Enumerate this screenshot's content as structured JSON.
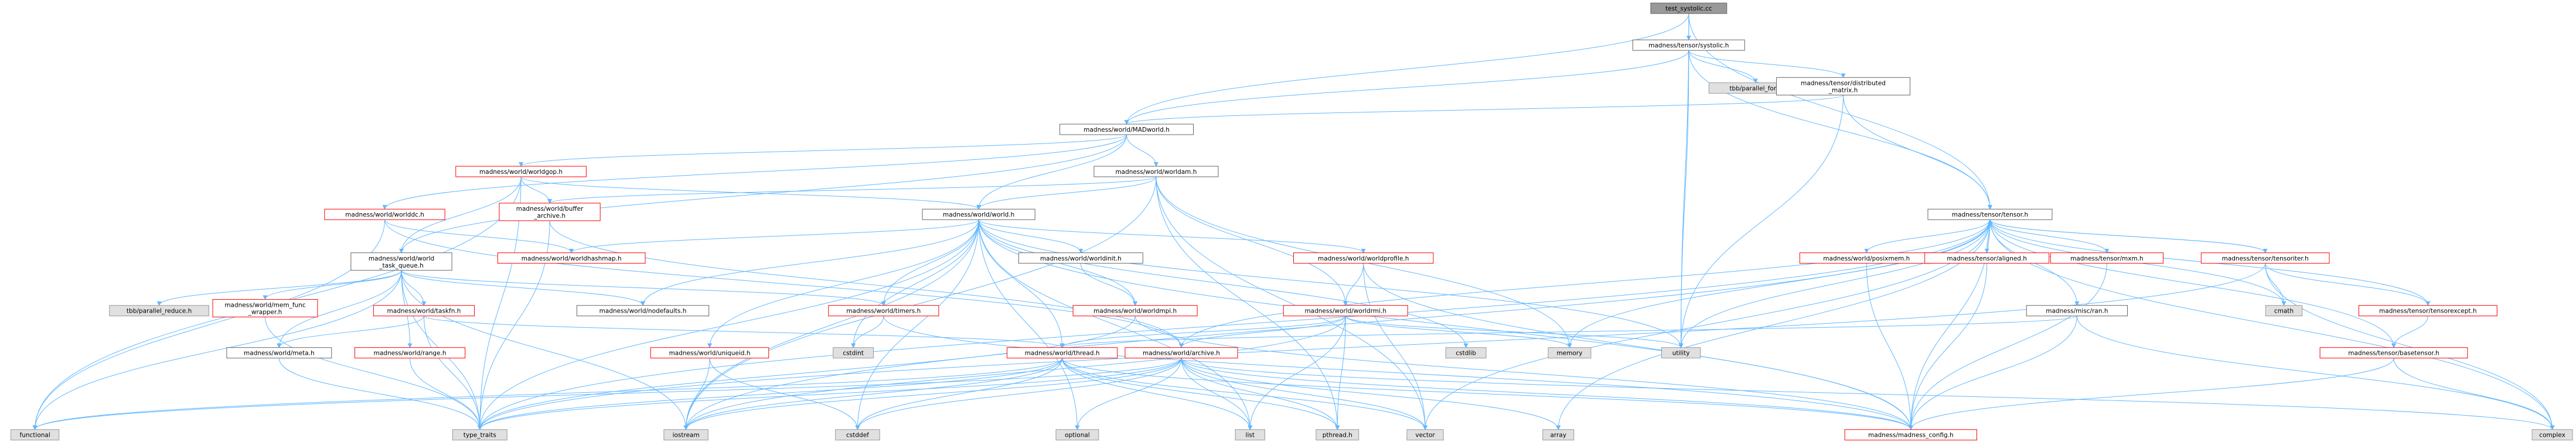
{
  "graph": {
    "colors": {
      "root_fill": "#999999",
      "header_border": "#ff0000",
      "local_border": "#666666",
      "system_fill": "#e0e0e0",
      "system_border": "#999999",
      "edge": "#63b8ff",
      "text": "#000000"
    },
    "nodes": [
      {
        "id": "test_systolic",
        "kind": "root",
        "label": [
          "test_systolic.cc"
        ]
      },
      {
        "id": "systolic",
        "kind": "local",
        "label": [
          "madness/tensor/systolic.h"
        ]
      },
      {
        "id": "parallel_for",
        "kind": "system",
        "label": [
          "tbb/parallel_for.h"
        ]
      },
      {
        "id": "distmatrix",
        "kind": "local",
        "label": [
          "madness/tensor/distributed",
          "_matrix.h"
        ]
      },
      {
        "id": "madworld",
        "kind": "local",
        "label": [
          "madness/world/MADworld.h"
        ]
      },
      {
        "id": "worldgop",
        "kind": "header",
        "label": [
          "madness/world/worldgop.h"
        ]
      },
      {
        "id": "worldam",
        "kind": "local",
        "label": [
          "madness/world/worldam.h"
        ]
      },
      {
        "id": "worlddc",
        "kind": "header",
        "label": [
          "madness/world/worlddc.h"
        ]
      },
      {
        "id": "bufferarchive",
        "kind": "header",
        "label": [
          "madness/world/buffer",
          "_archive.h"
        ]
      },
      {
        "id": "world",
        "kind": "local",
        "label": [
          "madness/world/world.h"
        ]
      },
      {
        "id": "tensor",
        "kind": "local",
        "label": [
          "madness/tensor/tensor.h"
        ]
      },
      {
        "id": "taskqueue",
        "kind": "local",
        "label": [
          "madness/world/world",
          "_task_queue.h"
        ]
      },
      {
        "id": "worldhashmap",
        "kind": "header",
        "label": [
          "madness/world/worldhashmap.h"
        ]
      },
      {
        "id": "worldinit",
        "kind": "local",
        "label": [
          "madness/world/worldinit.h"
        ]
      },
      {
        "id": "worldprofile",
        "kind": "header",
        "label": [
          "madness/world/worldprofile.h"
        ]
      },
      {
        "id": "posixmem",
        "kind": "header",
        "label": [
          "madness/world/posixmem.h"
        ]
      },
      {
        "id": "aligned",
        "kind": "header",
        "label": [
          "madness/tensor/aligned.h"
        ]
      },
      {
        "id": "mxm",
        "kind": "header",
        "label": [
          "madness/tensor/mxm.h"
        ]
      },
      {
        "id": "tensoriter",
        "kind": "header",
        "label": [
          "madness/tensor/tensoriter.h"
        ]
      },
      {
        "id": "parallel_reduce",
        "kind": "system",
        "label": [
          "tbb/parallel_reduce.h"
        ]
      },
      {
        "id": "memfunc",
        "kind": "header",
        "label": [
          "madness/world/mem_func",
          "_wrapper.h"
        ]
      },
      {
        "id": "taskfn",
        "kind": "header",
        "label": [
          "madness/world/taskfn.h"
        ]
      },
      {
        "id": "nodefaults",
        "kind": "local",
        "label": [
          "madness/world/nodefaults.h"
        ]
      },
      {
        "id": "timers",
        "kind": "header",
        "label": [
          "madness/world/timers.h"
        ]
      },
      {
        "id": "worldmpi",
        "kind": "header",
        "label": [
          "madness/world/worldmpi.h"
        ]
      },
      {
        "id": "worldrmi",
        "kind": "header",
        "label": [
          "madness/world/worldrmi.h"
        ]
      },
      {
        "id": "ran",
        "kind": "local",
        "label": [
          "madness/misc/ran.h"
        ]
      },
      {
        "id": "cmath",
        "kind": "system",
        "label": [
          "cmath"
        ]
      },
      {
        "id": "tensorexcept",
        "kind": "header",
        "label": [
          "madness/tensor/tensorexcept.h"
        ]
      },
      {
        "id": "meta",
        "kind": "local",
        "label": [
          "madness/world/meta.h"
        ]
      },
      {
        "id": "range",
        "kind": "header",
        "label": [
          "madness/world/range.h"
        ]
      },
      {
        "id": "cstdint",
        "kind": "system",
        "label": [
          "cstdint"
        ]
      },
      {
        "id": "uniqueid",
        "kind": "header",
        "label": [
          "madness/world/uniqueid.h"
        ]
      },
      {
        "id": "thread",
        "kind": "header",
        "label": [
          "madness/world/thread.h"
        ]
      },
      {
        "id": "archive",
        "kind": "header",
        "label": [
          "madness/world/archive.h"
        ]
      },
      {
        "id": "cstdlib",
        "kind": "system",
        "label": [
          "cstdlib"
        ]
      },
      {
        "id": "memory",
        "kind": "system",
        "label": [
          "memory"
        ]
      },
      {
        "id": "utility",
        "kind": "system",
        "label": [
          "utility"
        ]
      },
      {
        "id": "basetensor",
        "kind": "header",
        "label": [
          "madness/tensor/basetensor.h"
        ]
      },
      {
        "id": "functional",
        "kind": "system",
        "label": [
          "functional"
        ]
      },
      {
        "id": "type_traits",
        "kind": "system",
        "label": [
          "type_traits"
        ]
      },
      {
        "id": "iostream",
        "kind": "system",
        "label": [
          "iostream"
        ]
      },
      {
        "id": "cstddef",
        "kind": "system",
        "label": [
          "cstddef"
        ]
      },
      {
        "id": "optional",
        "kind": "system",
        "label": [
          "optional"
        ]
      },
      {
        "id": "list",
        "kind": "system",
        "label": [
          "list"
        ]
      },
      {
        "id": "pthread",
        "kind": "system",
        "label": [
          "pthread.h"
        ]
      },
      {
        "id": "vector",
        "kind": "system",
        "label": [
          "vector"
        ]
      },
      {
        "id": "array",
        "kind": "system",
        "label": [
          "array"
        ]
      },
      {
        "id": "madconfig",
        "kind": "header",
        "label": [
          "madness/madness_config.h"
        ]
      },
      {
        "id": "complex",
        "kind": "system",
        "label": [
          "complex"
        ]
      }
    ],
    "edges": [
      [
        "test_systolic",
        "systolic"
      ],
      [
        "test_systolic",
        "madworld"
      ],
      [
        "test_systolic",
        "utility"
      ],
      [
        "test_systolic",
        "tensor"
      ],
      [
        "systolic",
        "madworld"
      ],
      [
        "systolic",
        "parallel_for"
      ],
      [
        "systolic",
        "distmatrix"
      ],
      [
        "systolic",
        "utility"
      ],
      [
        "systolic",
        "tensor"
      ],
      [
        "distmatrix",
        "madworld"
      ],
      [
        "distmatrix",
        "utility"
      ],
      [
        "distmatrix",
        "tensor"
      ],
      [
        "madworld",
        "worldgop"
      ],
      [
        "madworld",
        "worldam"
      ],
      [
        "madworld",
        "worlddc"
      ],
      [
        "madworld",
        "world"
      ],
      [
        "madworld",
        "taskqueue"
      ],
      [
        "worldgop",
        "bufferarchive"
      ],
      [
        "worldgop",
        "world"
      ],
      [
        "worldgop",
        "taskqueue"
      ],
      [
        "worldgop",
        "functional"
      ],
      [
        "worldgop",
        "type_traits"
      ],
      [
        "worldam",
        "bufferarchive"
      ],
      [
        "worldam",
        "world"
      ],
      [
        "worldam",
        "worldrmi"
      ],
      [
        "worldam",
        "memory"
      ],
      [
        "worldam",
        "vector"
      ],
      [
        "worldam",
        "iostream"
      ],
      [
        "worldam",
        "pthread"
      ],
      [
        "worlddc",
        "worldhashmap"
      ],
      [
        "worlddc",
        "functional"
      ],
      [
        "worlddc",
        "archive"
      ],
      [
        "bufferarchive",
        "type_traits"
      ],
      [
        "bufferarchive",
        "archive"
      ],
      [
        "world",
        "worldhashmap"
      ],
      [
        "world",
        "worldinit"
      ],
      [
        "world",
        "worldprofile"
      ],
      [
        "world",
        "nodefaults"
      ],
      [
        "world",
        "timers"
      ],
      [
        "world",
        "worldmpi"
      ],
      [
        "world",
        "uniqueid"
      ],
      [
        "world",
        "thread"
      ],
      [
        "world",
        "cstdint"
      ],
      [
        "world",
        "cstddef"
      ],
      [
        "world",
        "cstdlib"
      ],
      [
        "world",
        "list"
      ],
      [
        "world",
        "utility"
      ],
      [
        "world",
        "iostream"
      ],
      [
        "world",
        "optional"
      ],
      [
        "world",
        "type_traits"
      ],
      [
        "world",
        "madconfig"
      ],
      [
        "tensor",
        "posixmem"
      ],
      [
        "tensor",
        "aligned"
      ],
      [
        "tensor",
        "mxm"
      ],
      [
        "tensor",
        "tensoriter"
      ],
      [
        "tensor",
        "ran"
      ],
      [
        "tensor",
        "cmath"
      ],
      [
        "tensor",
        "tensorexcept"
      ],
      [
        "tensor",
        "basetensor"
      ],
      [
        "tensor",
        "madconfig"
      ],
      [
        "tensor",
        "complex"
      ],
      [
        "tensor",
        "memory"
      ],
      [
        "tensor",
        "utility"
      ],
      [
        "tensor",
        "vector"
      ],
      [
        "tensor",
        "array"
      ],
      [
        "tensor",
        "archive"
      ],
      [
        "tensor",
        "type_traits"
      ],
      [
        "tensor",
        "iostream"
      ],
      [
        "taskqueue",
        "parallel_reduce"
      ],
      [
        "taskqueue",
        "memfunc"
      ],
      [
        "taskqueue",
        "taskfn"
      ],
      [
        "taskqueue",
        "nodefaults"
      ],
      [
        "taskqueue",
        "meta"
      ],
      [
        "taskqueue",
        "range"
      ],
      [
        "taskqueue",
        "timers"
      ],
      [
        "taskqueue",
        "type_traits"
      ],
      [
        "taskqueue",
        "iostream"
      ],
      [
        "taskqueue",
        "functional"
      ],
      [
        "worldinit",
        "worldmpi"
      ],
      [
        "worldprofile",
        "worldrmi"
      ],
      [
        "worldprofile",
        "vector"
      ],
      [
        "worldprofile",
        "madconfig"
      ],
      [
        "posixmem",
        "madconfig"
      ],
      [
        "aligned",
        "madconfig"
      ],
      [
        "aligned",
        "tensor"
      ],
      [
        "mxm",
        "madconfig"
      ],
      [
        "tensoriter",
        "tensorexcept"
      ],
      [
        "tensoriter",
        "cmath"
      ],
      [
        "tensoriter",
        "complex"
      ],
      [
        "tensoriter",
        "tensor"
      ],
      [
        "tensoriter",
        "type_traits"
      ],
      [
        "memfunc",
        "type_traits"
      ],
      [
        "taskfn",
        "meta"
      ],
      [
        "taskfn",
        "type_traits"
      ],
      [
        "taskfn",
        "thread"
      ],
      [
        "timers",
        "cstdint"
      ],
      [
        "timers",
        "madconfig"
      ],
      [
        "worldmpi",
        "type_traits"
      ],
      [
        "worldmpi",
        "madconfig"
      ],
      [
        "worldrmi",
        "thread"
      ],
      [
        "worldrmi",
        "archive"
      ],
      [
        "worldrmi",
        "list"
      ],
      [
        "worldrmi",
        "memory"
      ],
      [
        "worldrmi",
        "utility"
      ],
      [
        "worldrmi",
        "pthread"
      ],
      [
        "worldrmi",
        "iostream"
      ],
      [
        "ran",
        "complex"
      ],
      [
        "ran",
        "madconfig"
      ],
      [
        "ran",
        "thread"
      ],
      [
        "tensorexcept",
        "basetensor"
      ],
      [
        "meta",
        "type_traits"
      ],
      [
        "range",
        "type_traits"
      ],
      [
        "uniqueid",
        "cstddef"
      ],
      [
        "uniqueid",
        "iostream"
      ],
      [
        "thread",
        "cstddef"
      ],
      [
        "thread",
        "functional"
      ],
      [
        "thread",
        "pthread"
      ],
      [
        "thread",
        "type_traits"
      ],
      [
        "thread",
        "list"
      ],
      [
        "thread",
        "iostream"
      ],
      [
        "thread",
        "vector"
      ],
      [
        "thread",
        "madconfig"
      ],
      [
        "archive",
        "type_traits"
      ],
      [
        "archive",
        "cstddef"
      ],
      [
        "archive",
        "optional"
      ],
      [
        "archive",
        "list"
      ],
      [
        "archive",
        "vector"
      ],
      [
        "archive",
        "array"
      ],
      [
        "archive",
        "complex"
      ],
      [
        "archive",
        "iostream"
      ],
      [
        "archive",
        "pthread"
      ],
      [
        "archive",
        "madconfig"
      ],
      [
        "archive",
        "functional"
      ],
      [
        "basetensor",
        "complex"
      ],
      [
        "basetensor",
        "madconfig"
      ]
    ]
  }
}
